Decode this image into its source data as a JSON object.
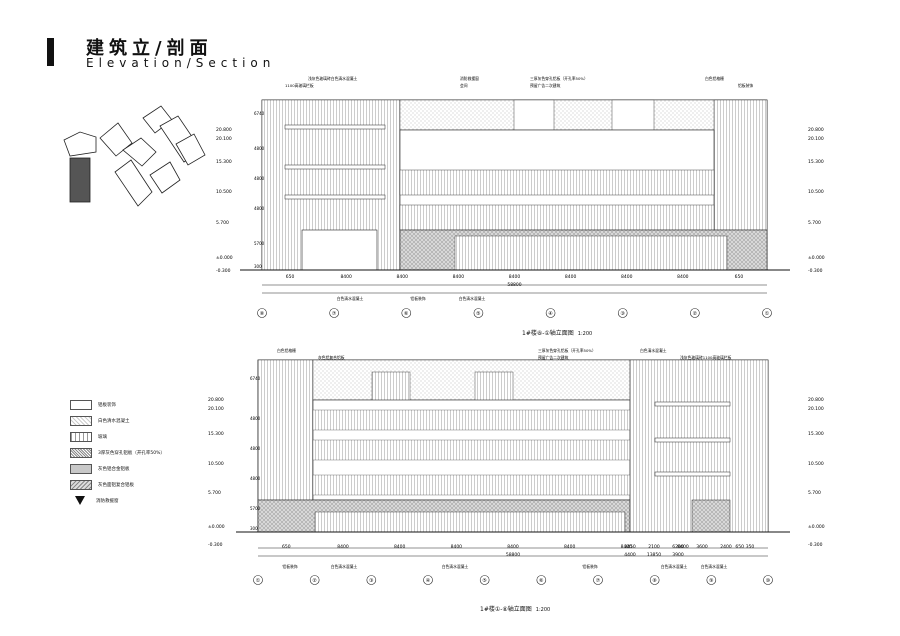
{
  "header": {
    "title_cn": "建筑立/剖面",
    "title_en": "Elevation/Section"
  },
  "legend": {
    "items": [
      {
        "label": "铝板装饰",
        "swatch": "blank"
      },
      {
        "label": "白色清水混凝土",
        "swatch": "dots"
      },
      {
        "label": "玻璃",
        "swatch": "glass"
      },
      {
        "label": "3厚灰色穿孔铝板（开孔率50%）",
        "swatch": "perf"
      },
      {
        "label": "灰色铝合金铝板",
        "swatch": "grey"
      },
      {
        "label": "灰色面铝复合铝板",
        "swatch": "greyline"
      },
      {
        "label": "消防救援窗",
        "swatch": "triangle"
      }
    ]
  },
  "elevation_top": {
    "caption": "1#楼⑧-①轴立面图",
    "scale": "1:200",
    "callouts": [
      "浅灰色玻璃砖白色清水混凝土",
      "1100高玻璃栏板",
      "消防救援窗",
      "会间",
      "三厚灰色穿孔铝板（开孔率50%）",
      "预留广告二次建筑",
      "白色铝格栅",
      "铝板装饰"
    ],
    "levels_left": [
      "20.800",
      "20.100",
      "15.300",
      "10.500",
      "5.700",
      "±0.000",
      "-0.300"
    ],
    "levels_right": [
      "20.800",
      "20.100",
      "15.300",
      "10.500",
      "5.700",
      "±0.000",
      "-0.300"
    ],
    "dims_vertical": [
      "6740",
      "4800",
      "4800",
      "4800",
      "5700",
      "300"
    ],
    "dims_bottom": [
      "650",
      "8400",
      "8400",
      "8400",
      "8400",
      "8400",
      "8400",
      "8400",
      "650"
    ],
    "dims_total": "58800",
    "bottom_labels": [
      "白色清水混凝土",
      "铝板装饰",
      "白色清水混凝土"
    ],
    "axes": [
      "⑧",
      "⑦",
      "⑥",
      "⑤",
      "④",
      "③",
      "②",
      "①"
    ]
  },
  "elevation_bottom": {
    "caption": "1#楼①-⑧轴立面图",
    "scale": "1:200",
    "callouts": [
      "白色铝格栅",
      "灰色铝复合铝板",
      "三厚灰色穿孔铝板（开孔率50%）",
      "预留广告二次建筑",
      "白色清水混凝土",
      "浅灰色玻璃砖1100高玻璃栏板"
    ],
    "levels_left": [
      "20.800",
      "20.100",
      "15.300",
      "10.500",
      "5.700",
      "±0.000",
      "-0.300"
    ],
    "levels_right": [
      "20.800",
      "20.100",
      "15.300",
      "10.500",
      "5.700",
      "±0.000",
      "-0.300"
    ],
    "dims_vertical": [
      "6740",
      "4800",
      "4800",
      "4800",
      "5700",
      "300"
    ],
    "dims_bottom": [
      "650",
      "8400",
      "8400",
      "8400",
      "8400",
      "8400",
      "8400",
      "8400",
      "650"
    ],
    "dims_extra": [
      "3450",
      "2100",
      "6200",
      "3600",
      "2400",
      "350",
      "4400",
      "13850",
      "3900"
    ],
    "dims_total": "58800",
    "bottom_labels": [
      "铝板装饰",
      "白色清水混凝土",
      "白色清水混凝土",
      "铝板装饰",
      "白色清水混凝土",
      "白色清水混凝土"
    ],
    "axes": [
      "①",
      "②",
      "③",
      "④",
      "⑤",
      "⑥",
      "⑦",
      "⑧",
      "⑨",
      "⑩"
    ]
  }
}
